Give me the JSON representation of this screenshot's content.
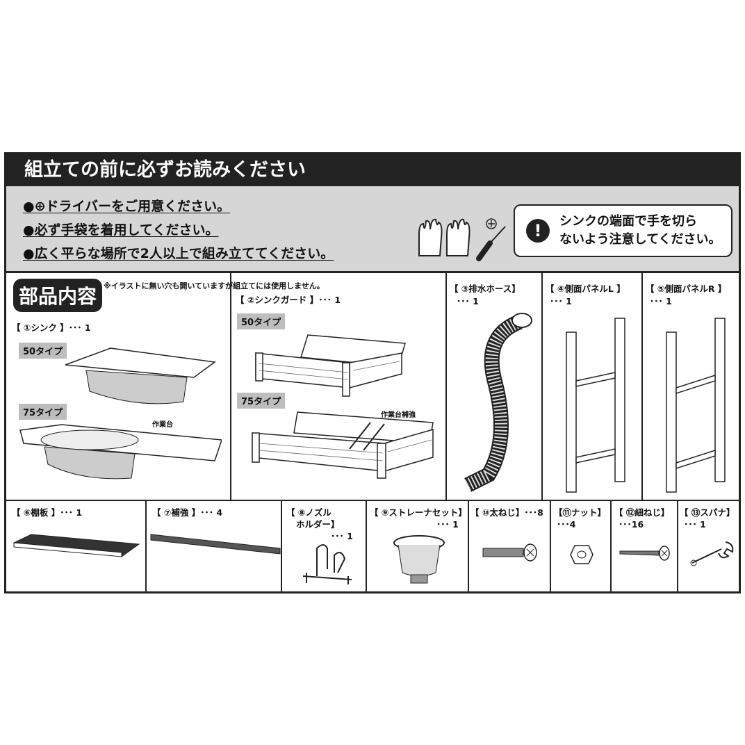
{
  "header": {
    "title": "組立ての前に必ずお読みください"
  },
  "notes": [
    "●⊕ドライバーをご用意ください。",
    "●必ず手袋を着用してください。",
    "●広く平らな場所で2人以上で組み立ててください。"
  ],
  "warning": {
    "line1": "シンクの端面で手を切ら",
    "line2": "ないよう注意してください。",
    "icon": "exclamation-icon"
  },
  "parts": {
    "title": "部品内容",
    "note": "※イラストに無い穴も開いていますが組立てには使用しません。",
    "sink": {
      "label": "【 ①シンク 】･･･ 1",
      "type50": "50タイプ",
      "type75": "75タイプ",
      "worktop": "作業台"
    },
    "guard": {
      "label": "【 ②シンクガード 】･･･ 1",
      "type50": "50タイプ",
      "type75": "75タイプ",
      "reinforce": "作業台補強"
    },
    "hose": {
      "label": "【 ③排水ホース】",
      "qty": "･･･ 1"
    },
    "panelL": {
      "label": "【 ④側面パネルL 】",
      "qty": "･･･ 1"
    },
    "panelR": {
      "label": "【 ⑤側面パネルR 】",
      "qty": "･･･ 1"
    },
    "shelf": {
      "label": "【 ⑥棚板 】･･･ 1"
    },
    "brace": {
      "label": "【 ⑦補強 】･･･ 4"
    },
    "nozzle": {
      "label1": "【 ⑧ノズル",
      "label2": "ホルダー】",
      "qty": "･･･ 1"
    },
    "strainer": {
      "label": "【 ⑨ストレーナセット】",
      "qty": "･･･ 1"
    },
    "bolt": {
      "label": "【 ⑩太ねじ】･･･8"
    },
    "nut": {
      "label": "【⑪ナット】",
      "qty": "･･･4"
    },
    "screw": {
      "label": "【 ⑫細ねじ】",
      "qty": "･･･16"
    },
    "wrench": {
      "label": "【 ⑬スパナ】",
      "qty": "･･･ 1"
    }
  }
}
